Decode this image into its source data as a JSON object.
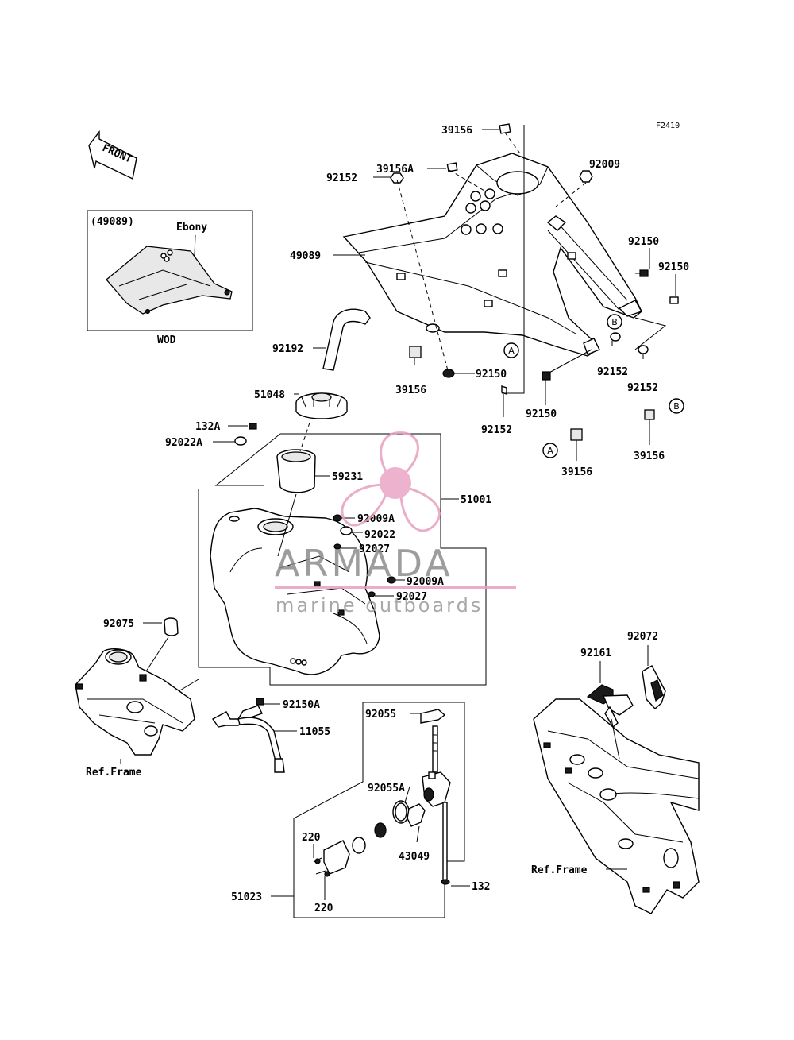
{
  "figure_code": "F2410",
  "front_label": "FRONT",
  "inset": {
    "title": "(49089)",
    "color_label": "Ebony",
    "caption": "WOD"
  },
  "callouts": {
    "A": "A",
    "B": "B"
  },
  "parts": {
    "p39156_top": "39156",
    "p39156A": "39156A",
    "p92152_top": "92152",
    "p49089": "49089",
    "p92009": "92009",
    "p92150_r1": "92150",
    "p92150_r2": "92150",
    "p92192": "92192",
    "p92150_mid": "92150",
    "p39156_mid": "39156",
    "p92152_r1": "92152",
    "p92152_r2": "92152",
    "p51048": "51048",
    "p92150_low": "92150",
    "p92152_low": "92152",
    "p39156_r": "39156",
    "p132A": "132A",
    "p92022A": "92022A",
    "p39156_low": "39156",
    "p59231": "59231",
    "p51001": "51001",
    "p92009A_1": "92009A",
    "p92022": "92022",
    "p92027_1": "92027",
    "p92009A_2": "92009A",
    "p92027_2": "92027",
    "p92075": "92075",
    "p92072": "92072",
    "p92161": "92161",
    "p92150A": "92150A",
    "p11055": "11055",
    "ref_frame_left": "Ref.Frame",
    "p92055": "92055",
    "p92055A": "92055A",
    "p220_1": "220",
    "p43049": "43049",
    "p51023": "51023",
    "p132": "132",
    "p220_2": "220",
    "ref_frame_right": "Ref.Frame"
  },
  "watermark": {
    "brand": "ARMADA",
    "tagline": "marine outboards",
    "colors": {
      "logo_pink": "#e8a0c0",
      "text_gray": "#8c8c8c"
    }
  }
}
